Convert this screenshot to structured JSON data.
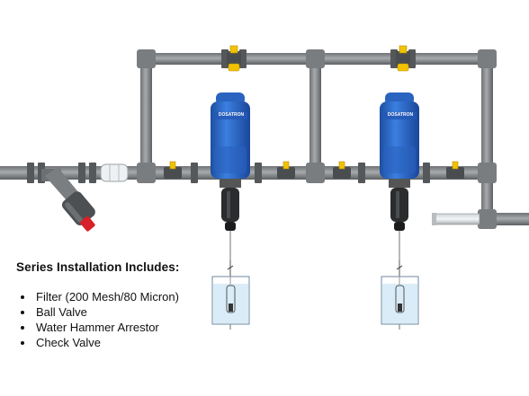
{
  "title": "Series Installation Includes:",
  "items": [
    "Filter (200 Mesh/80 Micron)",
    "Ball Valve",
    "Water Hammer Arrestor",
    "Check Valve"
  ],
  "brand_label": "DOSATRON",
  "colors": {
    "pipe": "#8e9194",
    "pipe_dark": "#5f6266",
    "dispenser_blue": "#2f6fd1",
    "dispenser_blue_dark": "#1d4fa0",
    "valve_yellow": "#f2c200",
    "filter_red": "#d8202a",
    "tank_water": "#d9ecf8"
  },
  "icons": [
    "filter-icon",
    "ball-valve-icon",
    "dispenser-icon",
    "suction-tank-icon"
  ]
}
